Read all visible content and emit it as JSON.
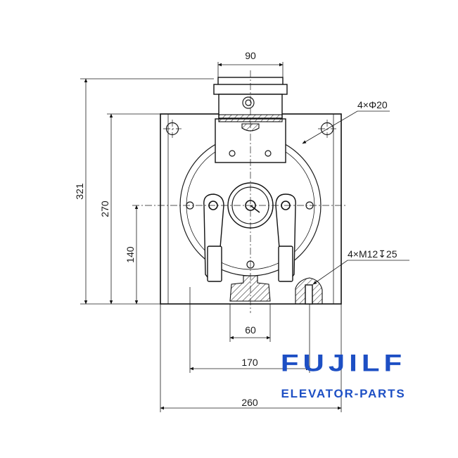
{
  "dimensions": {
    "top_width": "90",
    "overall_height": "321",
    "plate_height": "270",
    "center_height": "140",
    "slot_width": "60",
    "hole_spacing": "170",
    "plate_width": "260"
  },
  "callouts": {
    "through_holes": "4×Φ20",
    "tapped_holes": "4×M12↧25"
  },
  "logo": {
    "brand": "FUJILF",
    "tagline": "ELEVATOR-PARTS",
    "color": "#1d4fc4"
  }
}
